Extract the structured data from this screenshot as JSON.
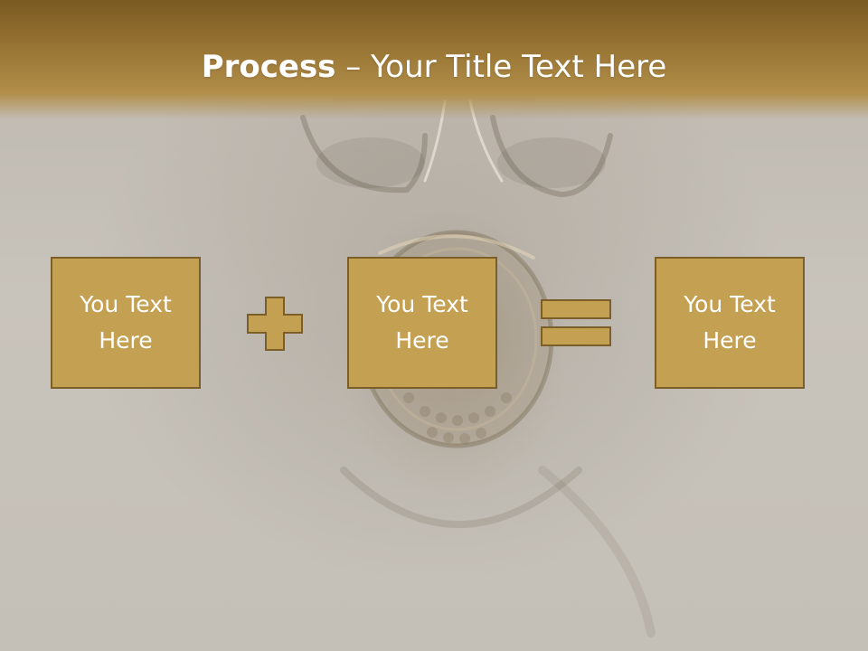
{
  "title": {
    "bold": "Process",
    "rest": " – Your Title Text Here"
  },
  "boxes": [
    {
      "text": "You Text Here"
    },
    {
      "text": "You Text Here"
    },
    {
      "text": "You Text Here"
    }
  ],
  "operators": [
    "plus",
    "equals"
  ],
  "colors": {
    "accent": "#c4a052",
    "accent_border": "#7c5e28",
    "title_bar": "#9c7837",
    "background": "#c9c4bc"
  }
}
